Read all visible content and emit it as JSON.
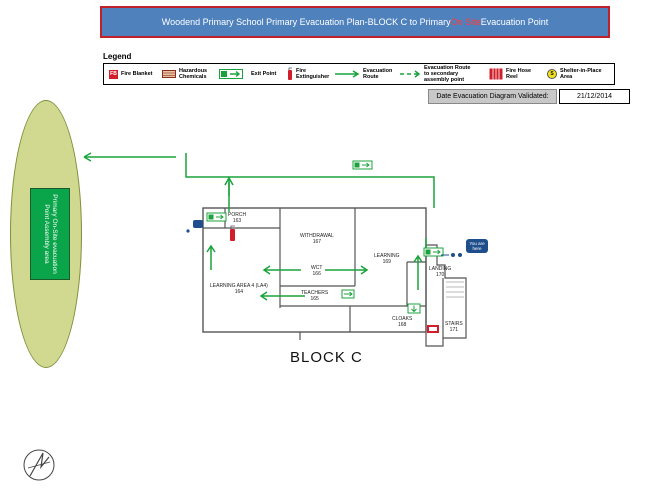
{
  "title": {
    "before": "Woodend Primary School Primary  Evacuation Plan-BLOCK C  to Primary ",
    "highlight": "On Site",
    "after": " Evacuation Point"
  },
  "legend": {
    "heading": "Legend",
    "items": [
      {
        "icon": "fire-blanket-icon",
        "glyph": "FB",
        "label": "Fire Blanket"
      },
      {
        "icon": "hazardous-chemicals-icon",
        "label": "Hazardous\nChemicals"
      },
      {
        "icon": "exit-point-icon",
        "label": "Exit Point"
      },
      {
        "icon": "fire-extinguisher-icon",
        "label": "Fire\nExtinguisher"
      },
      {
        "icon": "evacuation-route-arrow-icon",
        "label": "Evacuation\nRoute"
      },
      {
        "icon": "secondary-route-arrow-icon",
        "label": "Evacuation Route\nto secondary\nassembly point"
      },
      {
        "icon": "fire-hose-reel-icon",
        "label": "Fire Hose\nReel"
      },
      {
        "icon": "shelter-in-place-icon",
        "glyph": "S",
        "label": "Shelter-in-Place\nArea"
      }
    ]
  },
  "validation": {
    "label": "Date Evacuation Diagram Validated:",
    "value": "21/12/2014"
  },
  "assembly_point": {
    "label": "Primary On-Site evacuation Point Assembly area"
  },
  "rooms": [
    {
      "key": "porch",
      "name": "PORCH",
      "number": "163"
    },
    {
      "key": "withdrawal",
      "name": "WITHDRAWAL",
      "number": "167"
    },
    {
      "key": "wc",
      "name": "WCT",
      "number": "166"
    },
    {
      "key": "teachers",
      "name": "TEACHERS",
      "number": "165"
    },
    {
      "key": "learning-169",
      "name": "LEARNING",
      "number": "169"
    },
    {
      "key": "learning-area-4",
      "name": "LEARNING AREA 4 (LA4)",
      "number": "164"
    },
    {
      "key": "landing",
      "name": "LANDING",
      "number": "170"
    },
    {
      "key": "cloaks",
      "name": "CLOAKS",
      "number": "168"
    },
    {
      "key": "stairs",
      "name": "STAIRS",
      "number": "171"
    }
  ],
  "you_are_here": "You are\nhere",
  "block_label": "BLOCK  C",
  "colors": {
    "title_bg": "#4f81bd",
    "title_border": "#c0202a",
    "route_green": "#1aa33c",
    "assembly_green": "#0aa44a",
    "ellipse_fill": "#d0d98f",
    "highlight_red": "#ff3b3b"
  }
}
